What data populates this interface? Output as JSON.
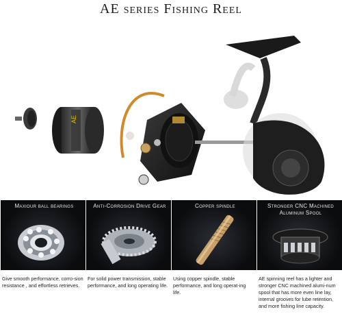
{
  "title": "AE series Fishing Reel",
  "features": [
    {
      "title": "Maxiour ball bearings",
      "description": "Give smooth performance, corro-sion resistance , and effortless retrieves.",
      "icon": "ball-bearing-icon"
    },
    {
      "title": "Anti-Corrosion Drive Gear",
      "description": "For solid power transmission, stable performance, and long operating life.",
      "icon": "drive-gear-icon"
    },
    {
      "title": "Copper spindle",
      "description": "Using copper spindle, stable performance, and long operat-ing life.",
      "icon": "copper-spindle-icon"
    },
    {
      "title": "Stronger CNC Machined Aluminum Spool",
      "description": "AE spinning reel has a lighter and stronger CNC machined alumi-num spool that has more even line lay, internal grooves for lube retention, and more fishing line capacity.",
      "icon": "aluminum-spool-icon"
    }
  ],
  "colors": {
    "panel_bg": "#0b0c0e",
    "bail_gold": "#d08a2a",
    "copper": "#c9a06a",
    "metal": "#b8bcc2"
  }
}
